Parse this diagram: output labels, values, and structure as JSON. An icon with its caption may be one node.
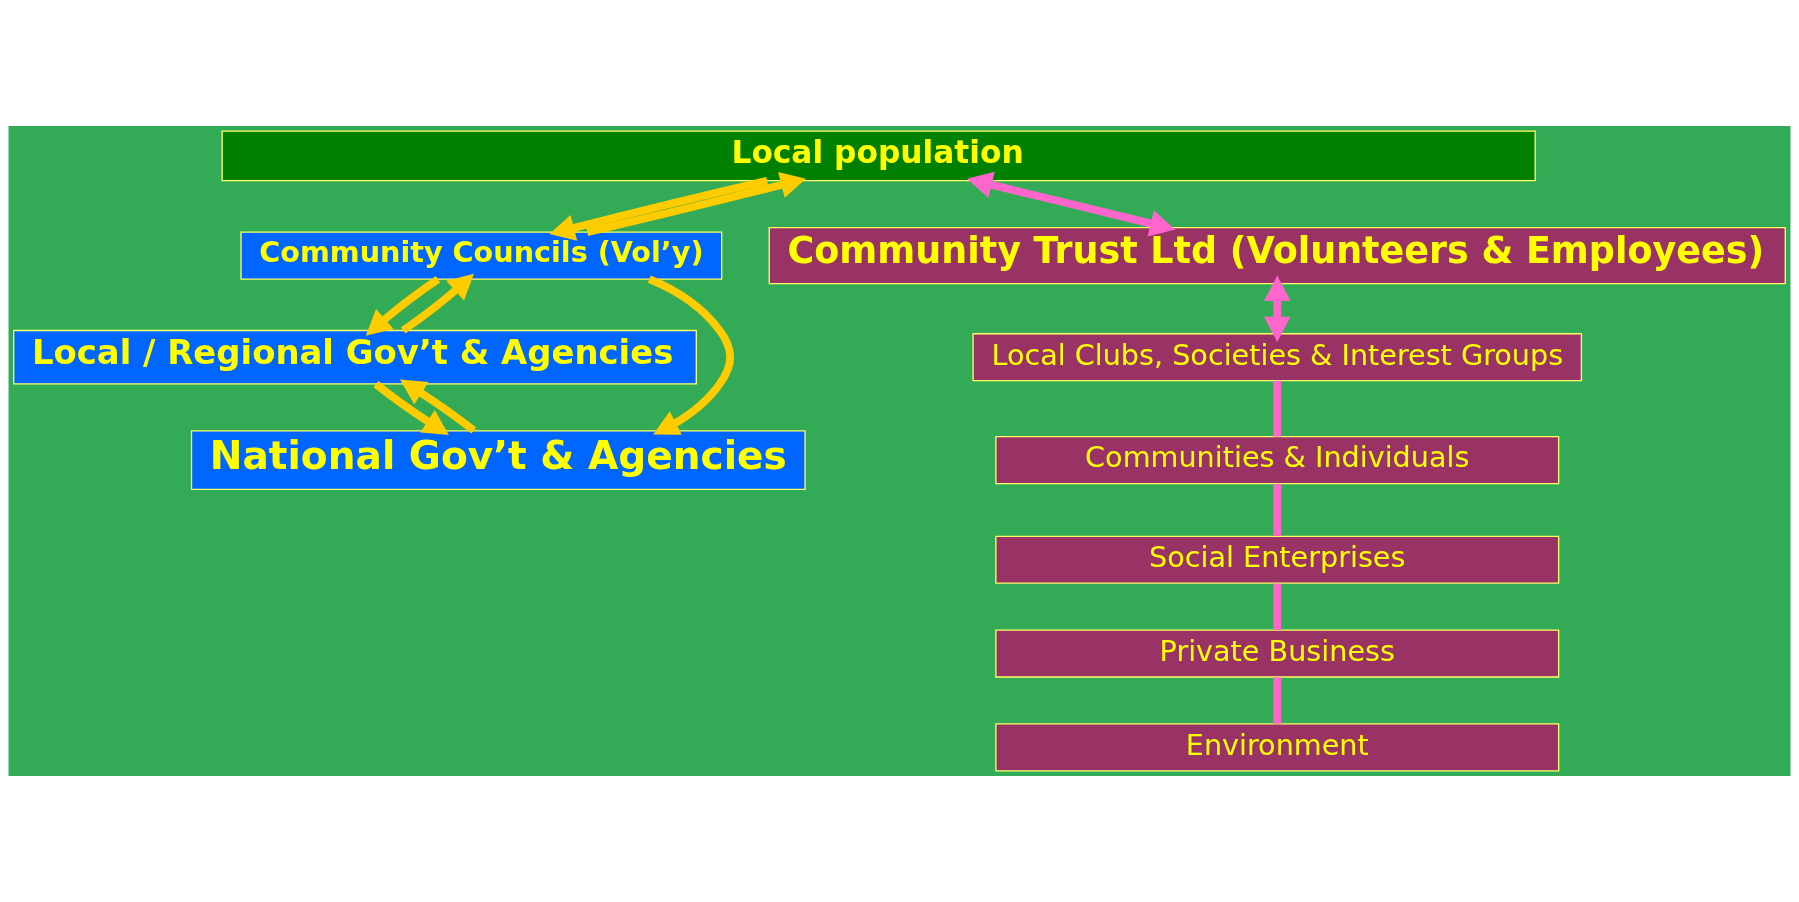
{
  "diagram": {
    "nodes": [
      {
        "text": [
          "Local population"
        ]
      },
      {
        "text": [
          "Community Councils (Vol’y)"
        ]
      },
      {
        "text": [
          "Local / Regional Gov’t & Agencies"
        ]
      },
      {
        "text": [
          "National Gov’t & Agencies"
        ]
      },
      {
        "text": [
          "Community Trust Ltd (Volunteers & Employees)"
        ]
      },
      {
        "text": [
          "Local Clubs, Societies & Interest Groups"
        ]
      },
      {
        "text": [
          "Communities & Individuals"
        ]
      },
      {
        "text": [
          "Social Enterprises"
        ]
      },
      {
        "text": [
          "Private Business"
        ]
      },
      {
        "text": [
          "Environment"
        ]
      }
    ],
    "edges": [
      {
        "from": 0,
        "to": 1,
        "arrow": "to"
      },
      {
        "from": 1,
        "to": 0,
        "arrow": "to"
      },
      {
        "from": 1,
        "to": 2,
        "arrow": "to"
      },
      {
        "from": 2,
        "to": 1,
        "arrow": "to"
      },
      {
        "from": 1,
        "to": 3,
        "arrow": "to"
      },
      {
        "from": 2,
        "to": 3,
        "arrow": "to"
      },
      {
        "from": 3,
        "to": 2,
        "arrow": "to"
      },
      {
        "from": 0,
        "to": 4,
        "arrow": "both",
        "color": "#ff66cc"
      },
      {
        "from": 4,
        "to": 5,
        "arrow": "both",
        "color": "#ff66cc"
      },
      {
        "from": 5,
        "to": 6,
        "arrow": "none",
        "color": "#ff66cc"
      },
      {
        "from": 6,
        "to": 7,
        "arrow": "none",
        "color": "#ff66cc"
      },
      {
        "from": 7,
        "to": 8,
        "arrow": "none",
        "color": "#ff66cc"
      },
      {
        "from": 8,
        "to": 9,
        "arrow": "none",
        "color": "#ff66cc"
      }
    ]
  }
}
